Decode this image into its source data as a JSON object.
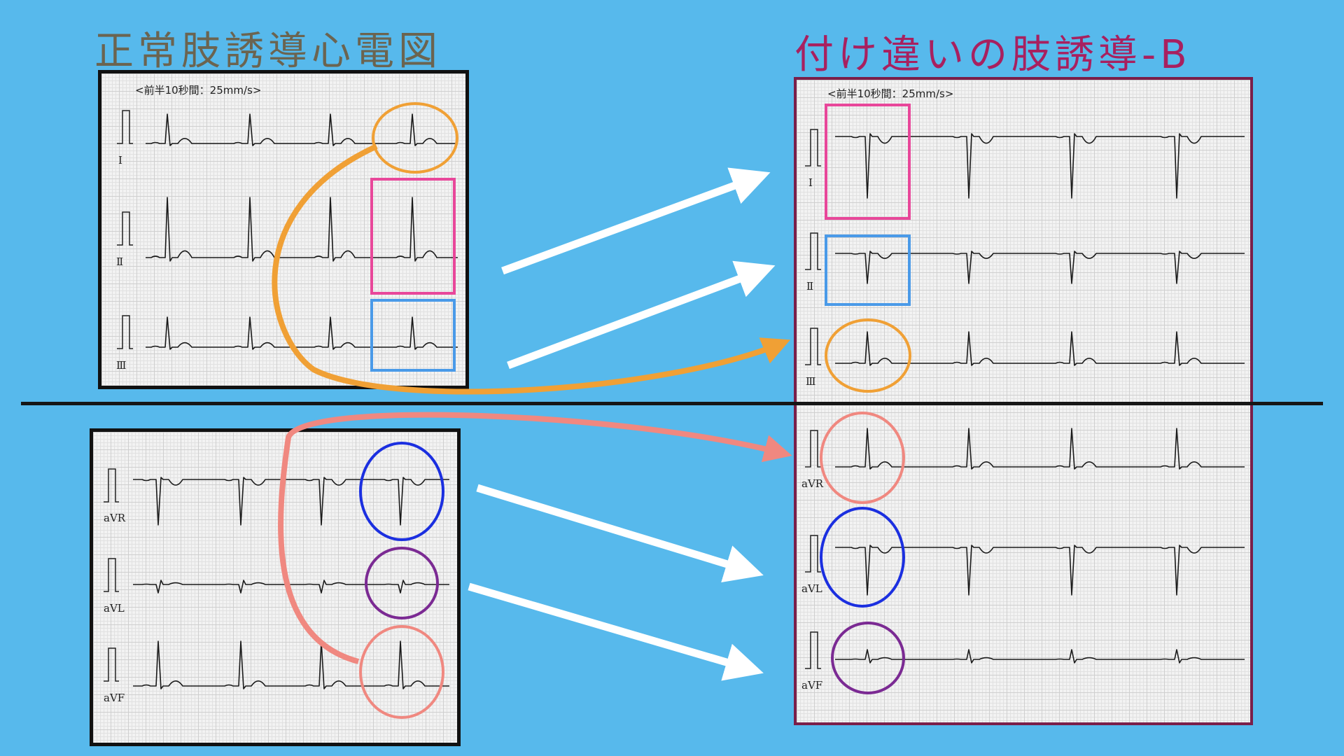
{
  "titles": {
    "normal": "正常肢誘導心電図",
    "swapped": "付け違いの肢誘導-B"
  },
  "speed_label": "<前半10秒間：25mm/s>",
  "leads": {
    "lead_I": "Ⅰ",
    "lead_II": "Ⅱ",
    "lead_III": "Ⅲ",
    "lead_aVR": "aVR",
    "lead_aVL": "aVL",
    "lead_aVF": "aVF"
  },
  "colors": {
    "background": "#57b9ec",
    "orange": "#f0a035",
    "pink": "#e8479a",
    "light_blue": "#4a9ae8",
    "dark_blue": "#1b2fe0",
    "purple": "#7b2a93",
    "salmon": "#f08880",
    "arrow": "#ffffff",
    "title_normal": "#6b6450",
    "title_swapped": "#a8205f"
  }
}
